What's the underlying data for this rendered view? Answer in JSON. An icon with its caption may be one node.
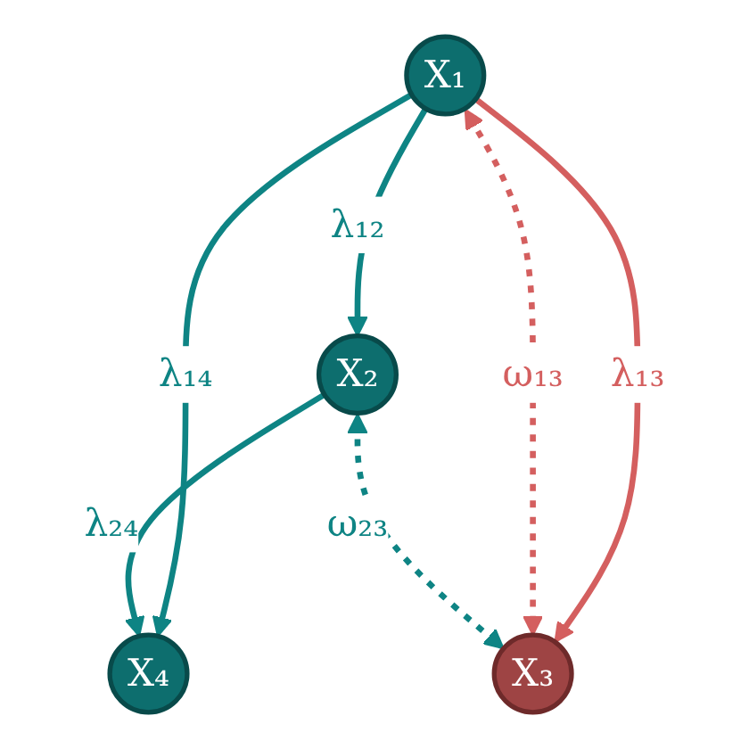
{
  "diagram": {
    "nodes": [
      {
        "text": [
          "X₁"
        ]
      },
      {
        "text": [
          "X₂"
        ]
      },
      {
        "text": [
          "X₃"
        ]
      },
      {
        "text": [
          "X₄"
        ]
      }
    ],
    "edges": [
      {
        "from": 0,
        "to": 1,
        "arrow": "to",
        "label": "λ₁₂"
      },
      {
        "from": 0,
        "to": 2,
        "arrow": "to",
        "label": "λ₁₃",
        "color": "#d45f5f"
      },
      {
        "from": 0,
        "to": 3,
        "arrow": "to",
        "label": "λ₁₄"
      },
      {
        "from": 1,
        "to": 3,
        "arrow": "to",
        "label": "λ₂₄"
      },
      {
        "from": 0,
        "to": 2,
        "arrow": "both",
        "label": "ω₁₃",
        "style": "dashed",
        "color": "#d45f5f"
      },
      {
        "from": 1,
        "to": 2,
        "arrow": "both",
        "label": "ω₂₃",
        "style": "dashed"
      }
    ]
  }
}
